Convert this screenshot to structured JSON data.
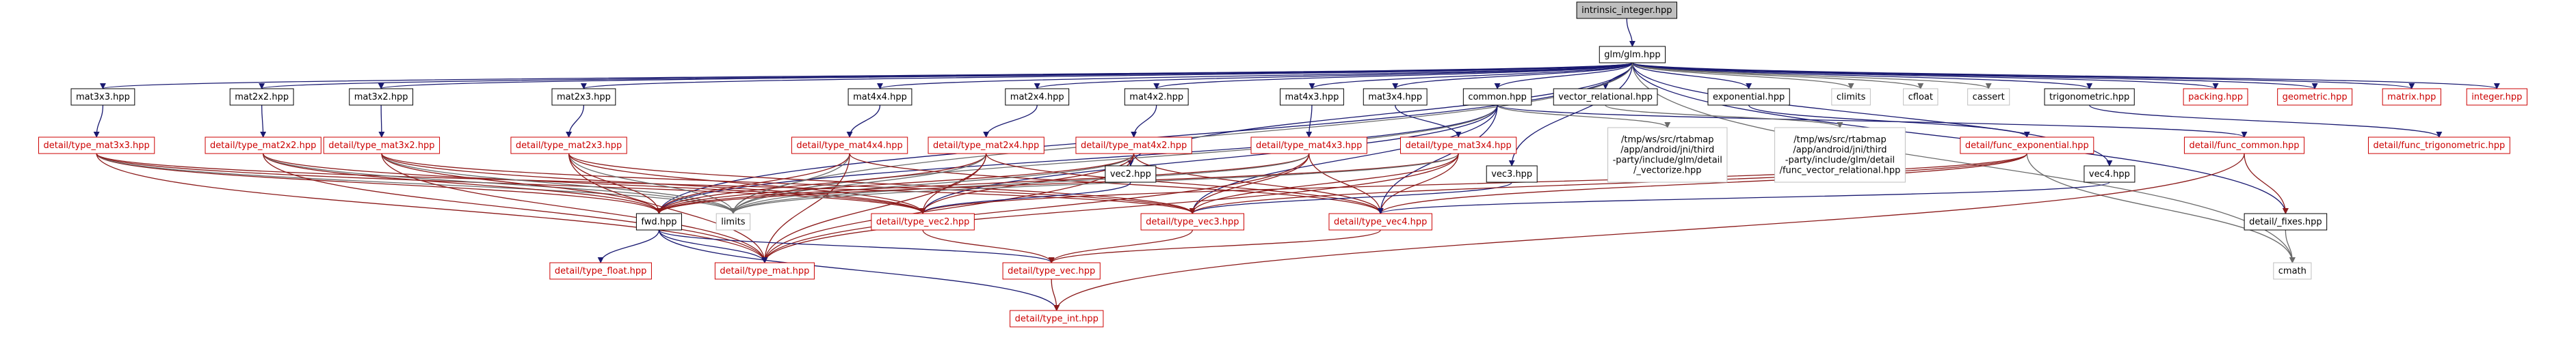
{
  "diagram": {
    "style": {
      "edge_color": "#191970",
      "edge_color_alt": "#6a6a6a",
      "edge_color_red": "#8b1a1a",
      "box_border": "#000000",
      "box_border_grey": "#bfbfbf",
      "highlight_fill": "#bfbfbf",
      "red_text": "#cc0000"
    },
    "nodes": [
      {
        "id": "intrinsic_integer",
        "label": "intrinsic_integer.hpp",
        "kind": "root"
      },
      {
        "id": "glm",
        "label": "glm/glm.hpp",
        "kind": "normal"
      },
      {
        "id": "mat3x3",
        "label": "mat3x3.hpp",
        "kind": "normal"
      },
      {
        "id": "mat2x2",
        "label": "mat2x2.hpp",
        "kind": "normal"
      },
      {
        "id": "mat3x2",
        "label": "mat3x2.hpp",
        "kind": "normal"
      },
      {
        "id": "mat2x3",
        "label": "mat2x3.hpp",
        "kind": "normal"
      },
      {
        "id": "mat4x4",
        "label": "mat4x4.hpp",
        "kind": "normal"
      },
      {
        "id": "mat2x4",
        "label": "mat2x4.hpp",
        "kind": "normal"
      },
      {
        "id": "mat4x2",
        "label": "mat4x2.hpp",
        "kind": "normal"
      },
      {
        "id": "mat4x3",
        "label": "mat4x3.hpp",
        "kind": "normal"
      },
      {
        "id": "mat3x4",
        "label": "mat3x4.hpp",
        "kind": "normal"
      },
      {
        "id": "common",
        "label": "common.hpp",
        "kind": "normal"
      },
      {
        "id": "vector_relational",
        "label": "vector_relational.hpp",
        "kind": "normal"
      },
      {
        "id": "exponential",
        "label": "exponential.hpp",
        "kind": "normal"
      },
      {
        "id": "climits",
        "label": "climits",
        "kind": "grey"
      },
      {
        "id": "cfloat",
        "label": "cfloat",
        "kind": "grey"
      },
      {
        "id": "cassert",
        "label": "cassert",
        "kind": "grey"
      },
      {
        "id": "trigonometric",
        "label": "trigonometric.hpp",
        "kind": "normal"
      },
      {
        "id": "packing",
        "label": "packing.hpp",
        "kind": "red"
      },
      {
        "id": "geometric",
        "label": "geometric.hpp",
        "kind": "red"
      },
      {
        "id": "matrix",
        "label": "matrix.hpp",
        "kind": "red"
      },
      {
        "id": "integer",
        "label": "integer.hpp",
        "kind": "red"
      },
      {
        "id": "type_mat3x3",
        "label": "detail/type_mat3x3.hpp",
        "kind": "red"
      },
      {
        "id": "type_mat2x2",
        "label": "detail/type_mat2x2.hpp",
        "kind": "red"
      },
      {
        "id": "type_mat3x2",
        "label": "detail/type_mat3x2.hpp",
        "kind": "red"
      },
      {
        "id": "type_mat2x3",
        "label": "detail/type_mat2x3.hpp",
        "kind": "red"
      },
      {
        "id": "type_mat4x4",
        "label": "detail/type_mat4x4.hpp",
        "kind": "red"
      },
      {
        "id": "type_mat2x4",
        "label": "detail/type_mat2x4.hpp",
        "kind": "red"
      },
      {
        "id": "type_mat4x2",
        "label": "detail/type_mat4x2.hpp",
        "kind": "red"
      },
      {
        "id": "vec2",
        "label": "vec2.hpp",
        "kind": "normal"
      },
      {
        "id": "type_mat4x3",
        "label": "detail/type_mat4x3.hpp",
        "kind": "red"
      },
      {
        "id": "type_mat3x4",
        "label": "detail/type_mat3x4.hpp",
        "kind": "red"
      },
      {
        "id": "vec3",
        "label": "vec3.hpp",
        "kind": "normal"
      },
      {
        "id": "vectorize",
        "label": "/tmp/ws/src/rtabmap\n/app/android/jni/third\n-party/include/glm/detail\n/_vectorize.hpp",
        "kind": "grey"
      },
      {
        "id": "func_vector_relational",
        "label": "/tmp/ws/src/rtabmap\n/app/android/jni/third\n-party/include/glm/detail\n/func_vector_relational.hpp",
        "kind": "grey"
      },
      {
        "id": "func_exponential",
        "label": "detail/func_exponential.hpp",
        "kind": "red"
      },
      {
        "id": "vec4",
        "label": "vec4.hpp",
        "kind": "normal"
      },
      {
        "id": "func_common",
        "label": "detail/func_common.hpp",
        "kind": "red"
      },
      {
        "id": "func_trigonometric",
        "label": "detail/func_trigonometric.hpp",
        "kind": "red"
      },
      {
        "id": "fwd",
        "label": "fwd.hpp",
        "kind": "normal"
      },
      {
        "id": "limits",
        "label": "limits",
        "kind": "grey"
      },
      {
        "id": "type_vec2",
        "label": "detail/type_vec2.hpp",
        "kind": "red"
      },
      {
        "id": "type_vec3",
        "label": "detail/type_vec3.hpp",
        "kind": "red"
      },
      {
        "id": "type_vec4",
        "label": "detail/type_vec4.hpp",
        "kind": "red"
      },
      {
        "id": "fixes",
        "label": "detail/_fixes.hpp",
        "kind": "normal"
      },
      {
        "id": "type_float",
        "label": "detail/type_float.hpp",
        "kind": "red"
      },
      {
        "id": "type_mat",
        "label": "detail/type_mat.hpp",
        "kind": "red"
      },
      {
        "id": "type_vec",
        "label": "detail/type_vec.hpp",
        "kind": "red"
      },
      {
        "id": "cmath",
        "label": "cmath",
        "kind": "grey"
      },
      {
        "id": "type_int",
        "label": "detail/type_int.hpp",
        "kind": "red"
      }
    ],
    "edges": [
      [
        "intrinsic_integer",
        "glm"
      ],
      [
        "glm",
        "mat3x3"
      ],
      [
        "glm",
        "mat2x2"
      ],
      [
        "glm",
        "mat3x2"
      ],
      [
        "glm",
        "mat2x3"
      ],
      [
        "glm",
        "mat4x4"
      ],
      [
        "glm",
        "mat2x4"
      ],
      [
        "glm",
        "mat4x2"
      ],
      [
        "glm",
        "mat4x3"
      ],
      [
        "glm",
        "mat3x4"
      ],
      [
        "glm",
        "common"
      ],
      [
        "glm",
        "vector_relational"
      ],
      [
        "glm",
        "exponential"
      ],
      [
        "glm",
        "climits"
      ],
      [
        "glm",
        "cfloat"
      ],
      [
        "glm",
        "cassert"
      ],
      [
        "glm",
        "trigonometric"
      ],
      [
        "glm",
        "packing"
      ],
      [
        "glm",
        "geometric"
      ],
      [
        "glm",
        "matrix"
      ],
      [
        "glm",
        "integer"
      ],
      [
        "glm",
        "vec2"
      ],
      [
        "glm",
        "vec3"
      ],
      [
        "glm",
        "vec4"
      ],
      [
        "glm",
        "fwd"
      ],
      [
        "glm",
        "limits"
      ],
      [
        "glm",
        "fixes"
      ],
      [
        "glm",
        "cmath"
      ],
      [
        "mat3x3",
        "type_mat3x3"
      ],
      [
        "mat2x2",
        "type_mat2x2"
      ],
      [
        "mat3x2",
        "type_mat3x2"
      ],
      [
        "mat2x3",
        "type_mat2x3"
      ],
      [
        "mat4x4",
        "type_mat4x4"
      ],
      [
        "mat2x4",
        "type_mat2x4"
      ],
      [
        "mat4x2",
        "type_mat4x2"
      ],
      [
        "mat4x3",
        "type_mat4x3"
      ],
      [
        "mat3x4",
        "type_mat3x4"
      ],
      [
        "common",
        "vectorize"
      ],
      [
        "common",
        "func_common"
      ],
      [
        "common",
        "fwd"
      ],
      [
        "common",
        "limits"
      ],
      [
        "common",
        "type_vec2"
      ],
      [
        "common",
        "type_vec3"
      ],
      [
        "common",
        "type_vec4"
      ],
      [
        "vector_relational",
        "func_vector_relational"
      ],
      [
        "exponential",
        "func_exponential"
      ],
      [
        "trigonometric",
        "func_trigonometric"
      ],
      [
        "type_mat3x3",
        "fwd"
      ],
      [
        "type_mat3x3",
        "limits"
      ],
      [
        "type_mat3x3",
        "type_vec2"
      ],
      [
        "type_mat3x3",
        "type_mat"
      ],
      [
        "type_mat3x3",
        "type_vec3"
      ],
      [
        "type_mat2x2",
        "fwd"
      ],
      [
        "type_mat2x2",
        "limits"
      ],
      [
        "type_mat2x2",
        "type_vec2"
      ],
      [
        "type_mat2x2",
        "type_mat"
      ],
      [
        "type_mat3x2",
        "fwd"
      ],
      [
        "type_mat3x2",
        "limits"
      ],
      [
        "type_mat3x2",
        "type_vec2"
      ],
      [
        "type_mat3x2",
        "type_mat"
      ],
      [
        "type_mat3x2",
        "type_vec3"
      ],
      [
        "type_mat2x3",
        "fwd"
      ],
      [
        "type_mat2x3",
        "limits"
      ],
      [
        "type_mat2x3",
        "type_vec2"
      ],
      [
        "type_mat2x3",
        "type_mat"
      ],
      [
        "type_mat2x3",
        "type_vec3"
      ],
      [
        "type_mat4x4",
        "fwd"
      ],
      [
        "type_mat4x4",
        "limits"
      ],
      [
        "type_mat4x4",
        "type_mat"
      ],
      [
        "type_mat4x4",
        "type_vec4"
      ],
      [
        "type_mat2x4",
        "fwd"
      ],
      [
        "type_mat2x4",
        "limits"
      ],
      [
        "type_mat2x4",
        "type_vec2"
      ],
      [
        "type_mat2x4",
        "type_mat"
      ],
      [
        "type_mat2x4",
        "type_vec4"
      ],
      [
        "type_mat4x2",
        "fwd"
      ],
      [
        "type_mat4x2",
        "limits"
      ],
      [
        "type_mat4x2",
        "type_vec2"
      ],
      [
        "type_mat4x2",
        "type_mat"
      ],
      [
        "type_mat4x2",
        "type_vec4"
      ],
      [
        "vec2",
        "type_vec2"
      ],
      [
        "type_mat4x3",
        "fwd"
      ],
      [
        "type_mat4x3",
        "limits"
      ],
      [
        "type_mat4x3",
        "type_vec3"
      ],
      [
        "type_mat4x3",
        "type_mat"
      ],
      [
        "type_mat4x3",
        "type_vec4"
      ],
      [
        "type_mat3x4",
        "fwd"
      ],
      [
        "type_mat3x4",
        "limits"
      ],
      [
        "type_mat3x4",
        "type_vec3"
      ],
      [
        "type_mat3x4",
        "type_mat"
      ],
      [
        "type_mat3x4",
        "type_vec4"
      ],
      [
        "vec3",
        "type_vec3"
      ],
      [
        "func_exponential",
        "type_vec1"
      ],
      [
        "func_exponential",
        "type_vec2"
      ],
      [
        "func_exponential",
        "type_vec3"
      ],
      [
        "func_exponential",
        "type_vec4"
      ],
      [
        "func_exponential",
        "cmath"
      ],
      [
        "vec4",
        "type_vec4"
      ],
      [
        "func_common",
        "fixes"
      ],
      [
        "func_common",
        "type_int"
      ],
      [
        "fwd",
        "type_float"
      ],
      [
        "fwd",
        "type_mat"
      ],
      [
        "fwd",
        "type_int"
      ],
      [
        "fwd",
        "type_vec"
      ],
      [
        "type_vec2",
        "type_vec"
      ],
      [
        "type_vec3",
        "type_vec"
      ],
      [
        "type_vec4",
        "type_vec"
      ],
      [
        "fixes",
        "cmath"
      ],
      [
        "type_vec",
        "type_int"
      ]
    ]
  }
}
